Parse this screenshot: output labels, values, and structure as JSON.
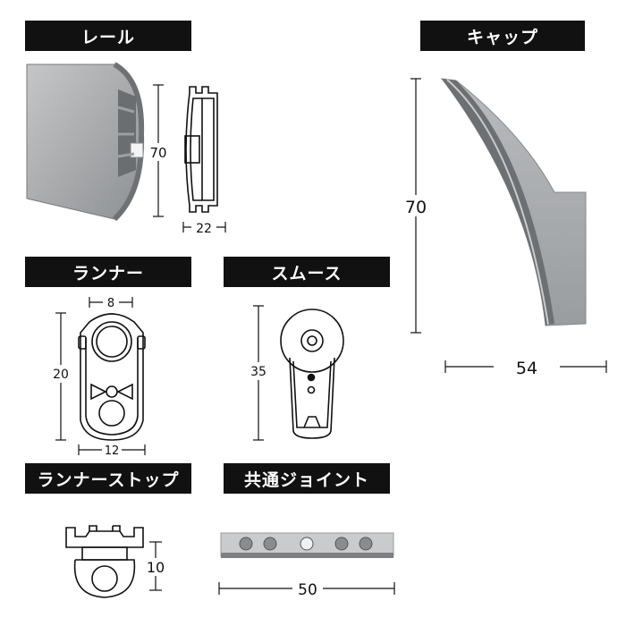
{
  "sections": {
    "rail": {
      "title": "レール",
      "height": "70",
      "width": "22"
    },
    "cap": {
      "title": "キャップ",
      "height": "70",
      "width": "54"
    },
    "runner": {
      "title": "ランナー",
      "top_width": "8",
      "height": "20",
      "bottom_width": "12"
    },
    "smooth": {
      "title": "スムース",
      "height": "35"
    },
    "runner_stop": {
      "title": "ランナーストップ",
      "height": "10"
    },
    "joint": {
      "title": "共通ジョイント",
      "width": "50"
    }
  },
  "colors": {
    "label_bg": "#111111",
    "metal": "#a9abad",
    "metal_dark": "#7d8083",
    "line": "#111111"
  }
}
